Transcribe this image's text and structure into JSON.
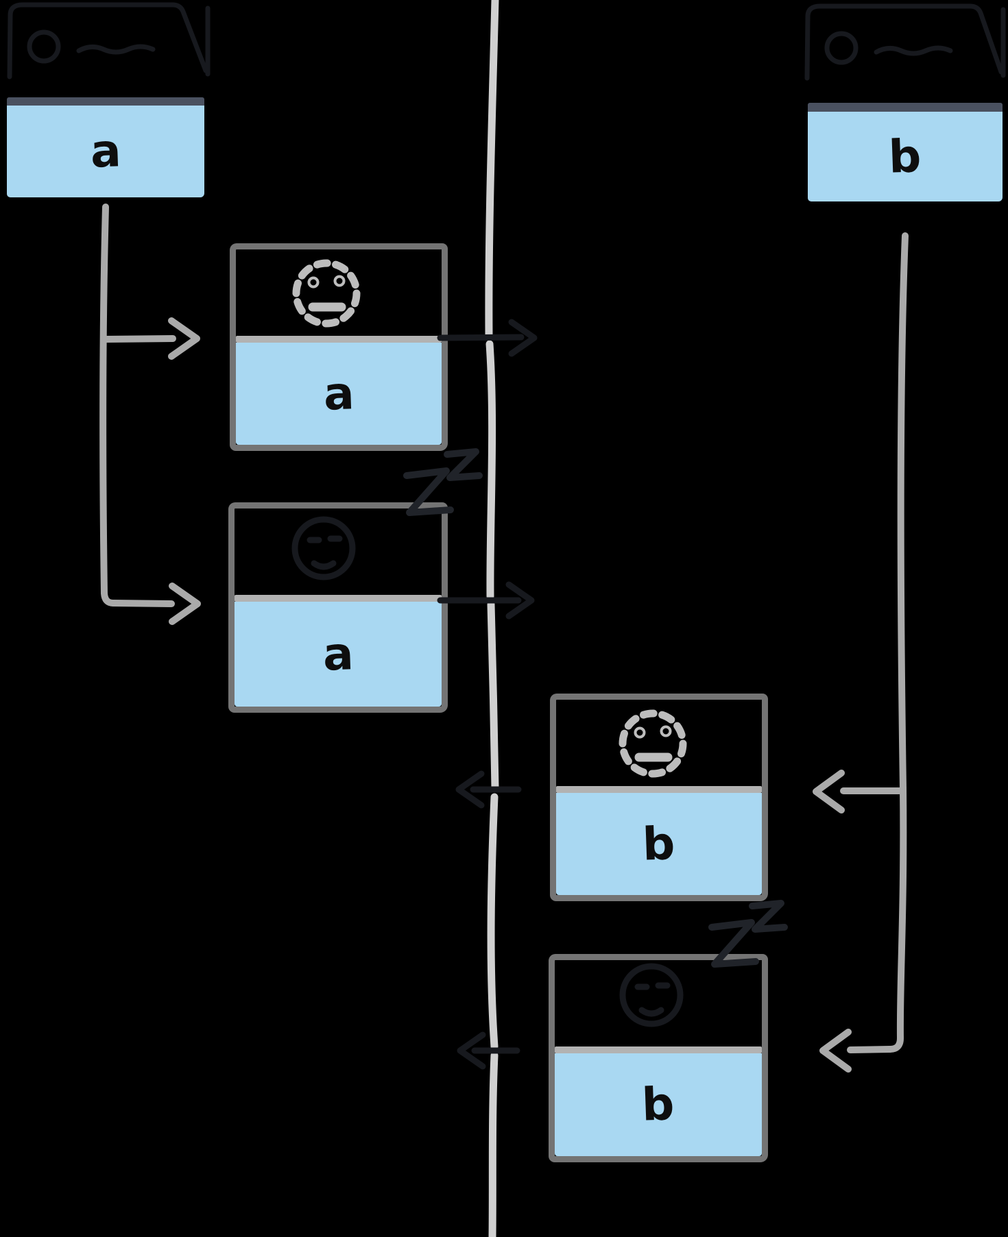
{
  "diagram": {
    "tabs": {
      "a": {
        "label": "a"
      },
      "b": {
        "label": "b"
      }
    },
    "workers": [
      {
        "id": "worker-a1",
        "owner_tab": "a",
        "label": "a",
        "icon": "dotted-face"
      },
      {
        "id": "worker-a2",
        "owner_tab": "a",
        "label": "a",
        "icon": "sleeping-face",
        "corner_icon": "zzz"
      },
      {
        "id": "worker-b1",
        "owner_tab": "b",
        "label": "b",
        "icon": "dotted-face"
      },
      {
        "id": "worker-b2",
        "owner_tab": "b",
        "label": "b",
        "icon": "sleeping-face",
        "corner_icon": "zzz"
      }
    ],
    "boundary": {
      "kind": "vertical-separator-line",
      "breaks": 4
    },
    "colors": {
      "background": "#000000",
      "panel_blue": "#a9d8f2",
      "titlebar": "#4a5160",
      "box_border": "#747474",
      "divider": "#b2b2b2",
      "boundary_line": "#d0d0d0",
      "arrow": "#aaaaaa",
      "dotted_face": "#bdbdbd",
      "ink": "#0e0e0e",
      "ghost": "#17191e",
      "ghost_icon": "#202329"
    }
  }
}
